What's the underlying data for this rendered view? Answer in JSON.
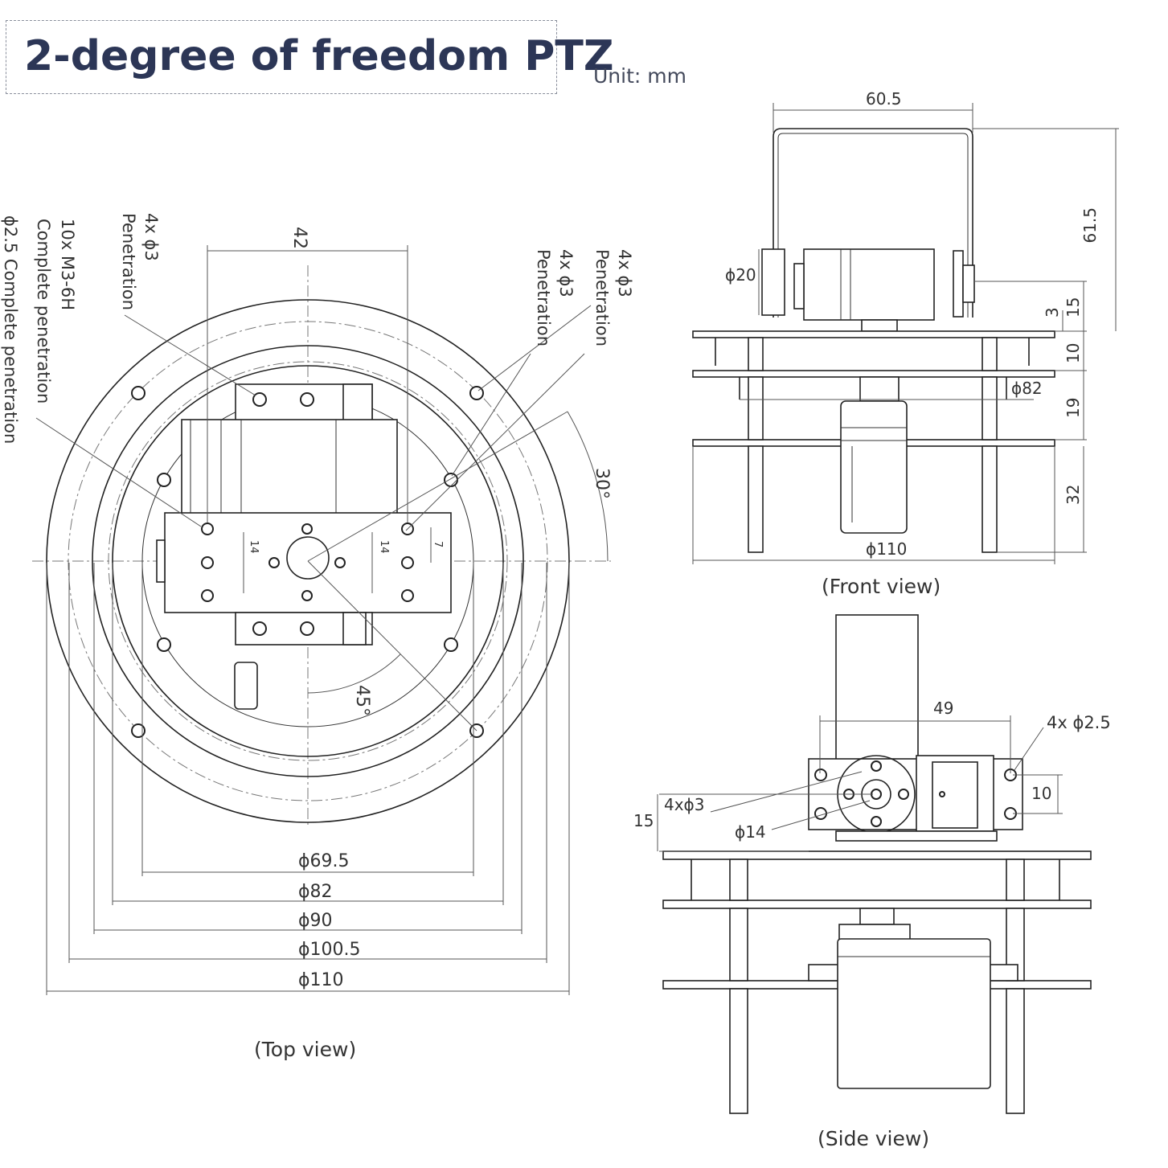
{
  "title": "2-degree of freedom PTZ",
  "unit": "Unit: mm",
  "views": {
    "top": "(Top view)",
    "front": "(Front view)",
    "side": "(Side view)"
  },
  "top_view": {
    "dim_width": "42",
    "angle_30": "30°",
    "angle_45": "45°",
    "dim_14_left": "14",
    "dim_14_right": "14",
    "dim_7": "7",
    "diameters": [
      "ϕ69.5",
      "ϕ82",
      "ϕ90",
      "ϕ100.5",
      "ϕ110"
    ],
    "callouts": {
      "c1_line1": "4x ϕ3",
      "c1_line2": "Penetration",
      "c2_line1": "10x M3-6H",
      "c2_line2": "Complete penetration",
      "c3": "ϕ2.5 Complete penetration",
      "c4_line1": "4x ϕ3",
      "c4_line2": "Penetration",
      "c5_line1": "4x ϕ3",
      "c5_line2": "Penetration"
    }
  },
  "front_view": {
    "dim_top": "60.5",
    "dim_height": "61.5",
    "dim_phi20": "ϕ20",
    "dim_15": "15",
    "dim_3": "3",
    "dim_10": "10",
    "dim_phi82": "ϕ82",
    "dim_19": "19",
    "dim_32": "32",
    "dim_phi110": "ϕ110"
  },
  "side_view": {
    "dim_49": "49",
    "holes_25": "4x ϕ2.5",
    "dim_10": "10",
    "holes_3": "4xϕ3",
    "dim_15": "15",
    "dim_phi14": "ϕ14"
  }
}
